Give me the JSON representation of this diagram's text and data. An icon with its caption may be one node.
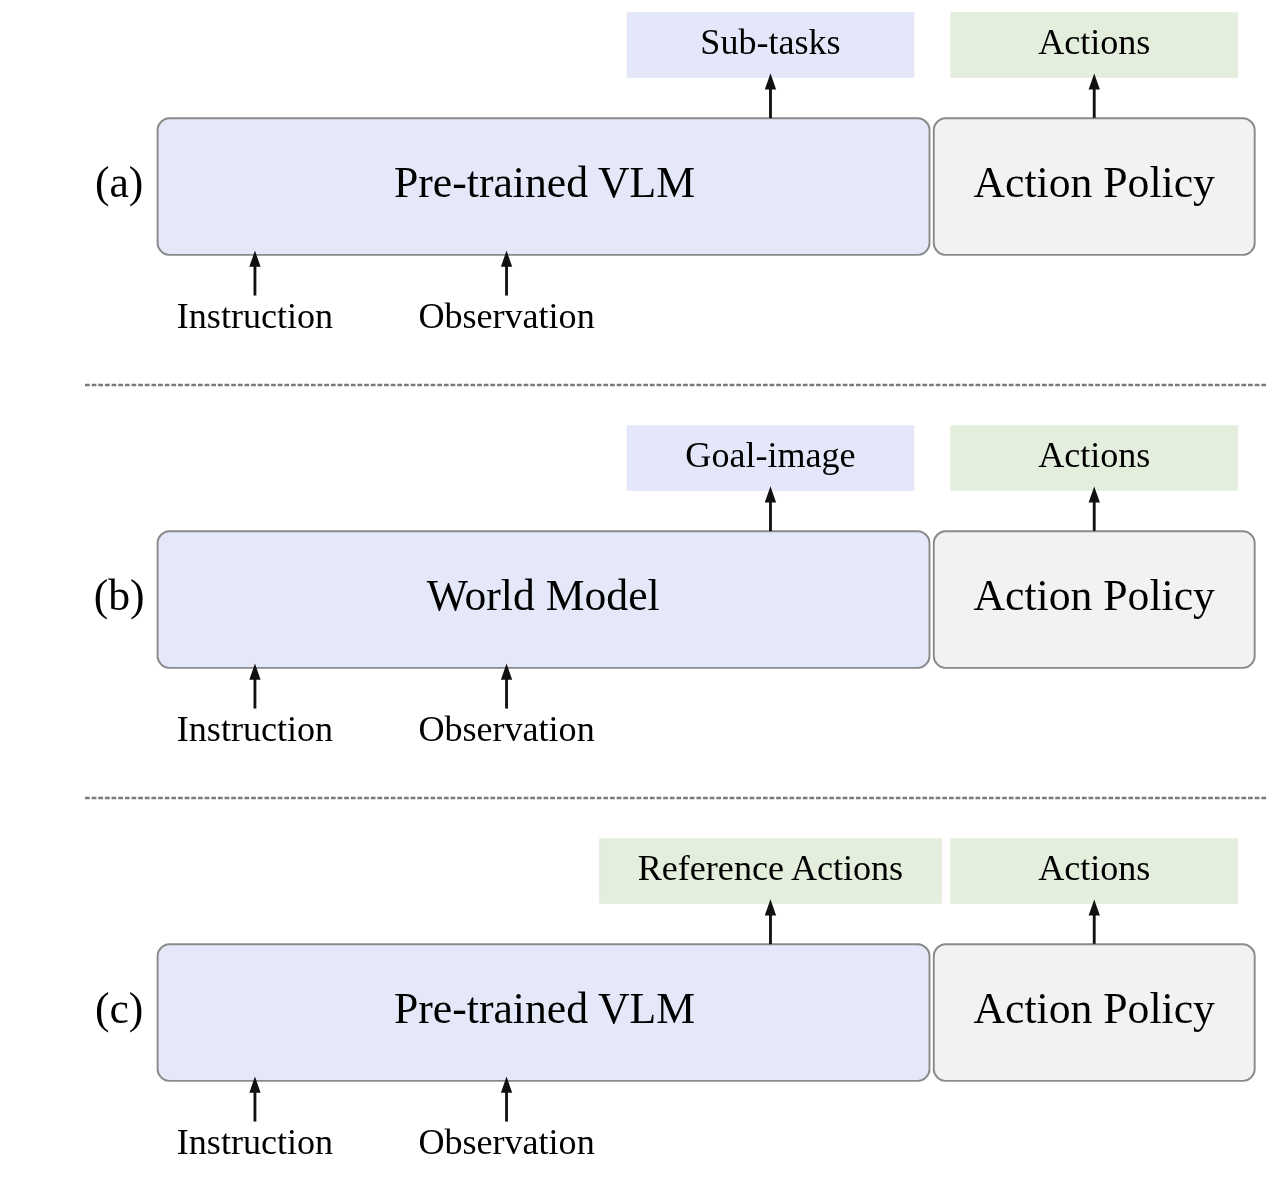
{
  "diagram": {
    "nodes": [
      {
        "text": [
          "Sub-tasks"
        ]
      },
      {
        "text": [
          "Actions"
        ]
      },
      {
        "text": [
          "Pre-trained VLM"
        ]
      },
      {
        "text": [
          "Action Policy"
        ]
      },
      {
        "text": [
          "Instruction"
        ]
      },
      {
        "text": [
          "Observation"
        ]
      },
      {
        "text": [
          "Goal-image"
        ]
      },
      {
        "text": [
          "Actions"
        ]
      },
      {
        "text": [
          "World Model"
        ]
      },
      {
        "text": [
          "Action Policy"
        ]
      },
      {
        "text": [
          "Instruction"
        ]
      },
      {
        "text": [
          "Observation"
        ]
      },
      {
        "text": [
          "Reference Actions"
        ]
      },
      {
        "text": [
          "Actions"
        ]
      },
      {
        "text": [
          "Pre-trained VLM"
        ]
      },
      {
        "text": [
          "Action Policy"
        ]
      },
      {
        "text": [
          "Instruction"
        ]
      },
      {
        "text": [
          "Observation"
        ]
      }
    ],
    "edges": [
      {
        "from": 2,
        "to": 0,
        "arrow": "to"
      },
      {
        "from": 3,
        "to": 1,
        "arrow": "to"
      },
      {
        "from": 4,
        "to": 2,
        "arrow": "to"
      },
      {
        "from": 5,
        "to": 2,
        "arrow": "to"
      },
      {
        "from": 8,
        "to": 6,
        "arrow": "to"
      },
      {
        "from": 9,
        "to": 7,
        "arrow": "to"
      },
      {
        "from": 10,
        "to": 8,
        "arrow": "to"
      },
      {
        "from": 11,
        "to": 8,
        "arrow": "to"
      },
      {
        "from": 14,
        "to": 12,
        "arrow": "to"
      },
      {
        "from": 15,
        "to": 13,
        "arrow": "to"
      },
      {
        "from": 16,
        "to": 14,
        "arrow": "to"
      },
      {
        "from": 17,
        "to": 14,
        "arrow": "to"
      }
    ],
    "labels": [
      "(a)",
      "(b)",
      "(c)"
    ]
  }
}
